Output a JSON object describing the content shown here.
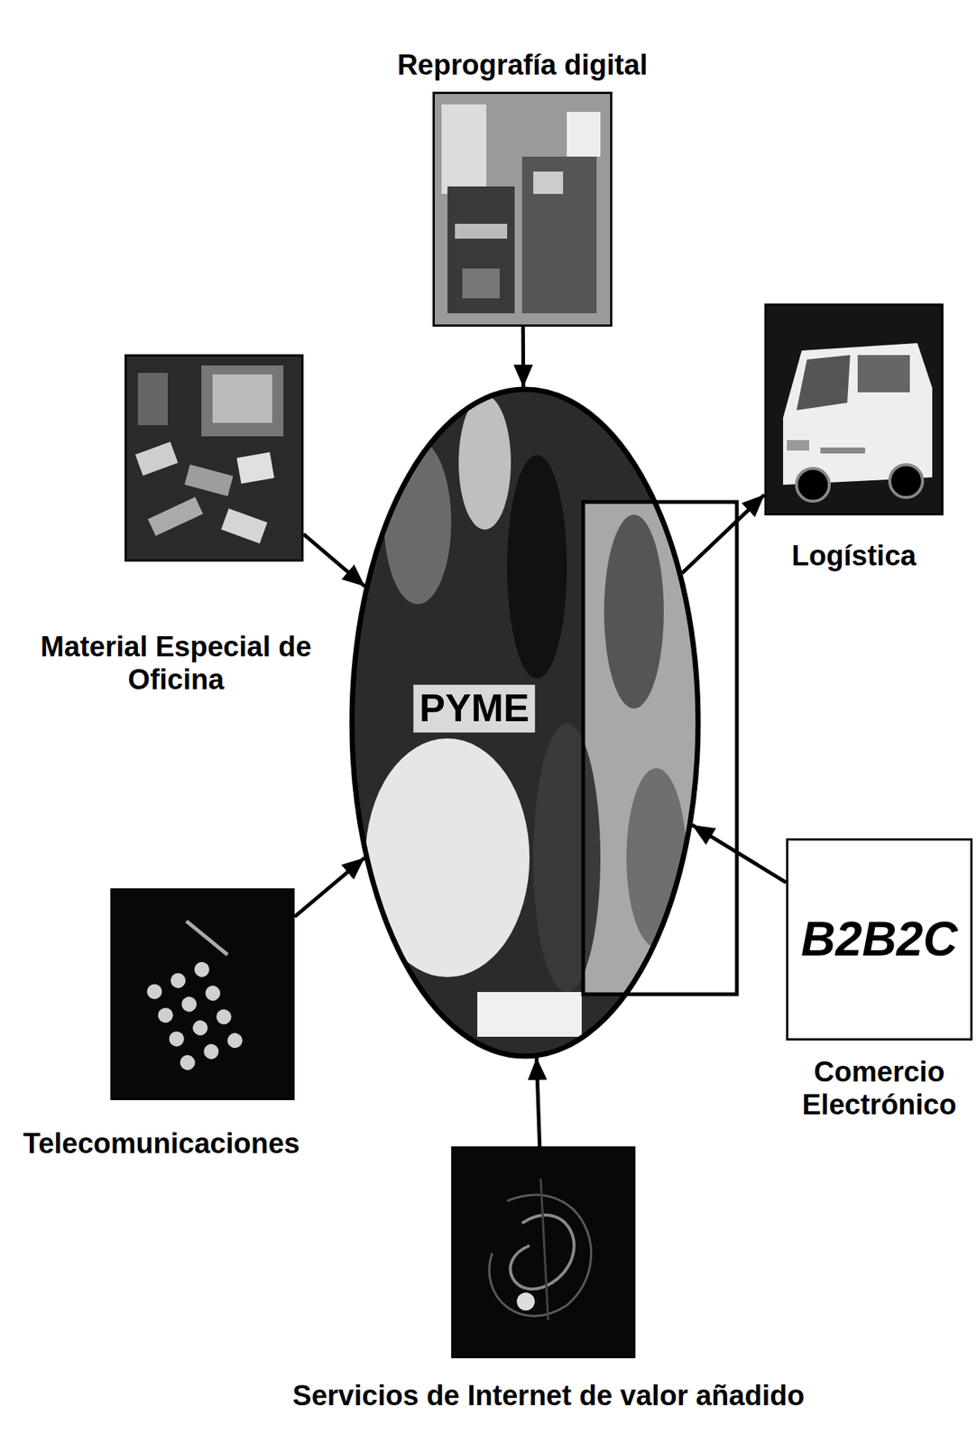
{
  "diagram": {
    "nodes": [
      {
        "text": [
          "Reprografía digital"
        ]
      },
      {
        "text": [
          "Material Especial de Oficina"
        ]
      },
      {
        "text": [
          "Logística"
        ]
      },
      {
        "text": [
          "PYME"
        ]
      },
      {
        "text": [
          "B2B2C",
          "Comercio Electrónico"
        ]
      },
      {
        "text": [
          "Telecomunicaciones"
        ]
      },
      {
        "text": [
          "Servicios de Internet de valor añadido"
        ]
      }
    ],
    "edges": [
      {
        "from": 0,
        "to": 3,
        "arrow": "to"
      },
      {
        "from": 1,
        "to": 3,
        "arrow": "to"
      },
      {
        "from": 3,
        "to": 2,
        "arrow": "to"
      },
      {
        "from": 4,
        "to": 3,
        "arrow": "to"
      },
      {
        "from": 5,
        "to": 3,
        "arrow": "to"
      },
      {
        "from": 6,
        "to": 3,
        "arrow": "to"
      }
    ]
  }
}
